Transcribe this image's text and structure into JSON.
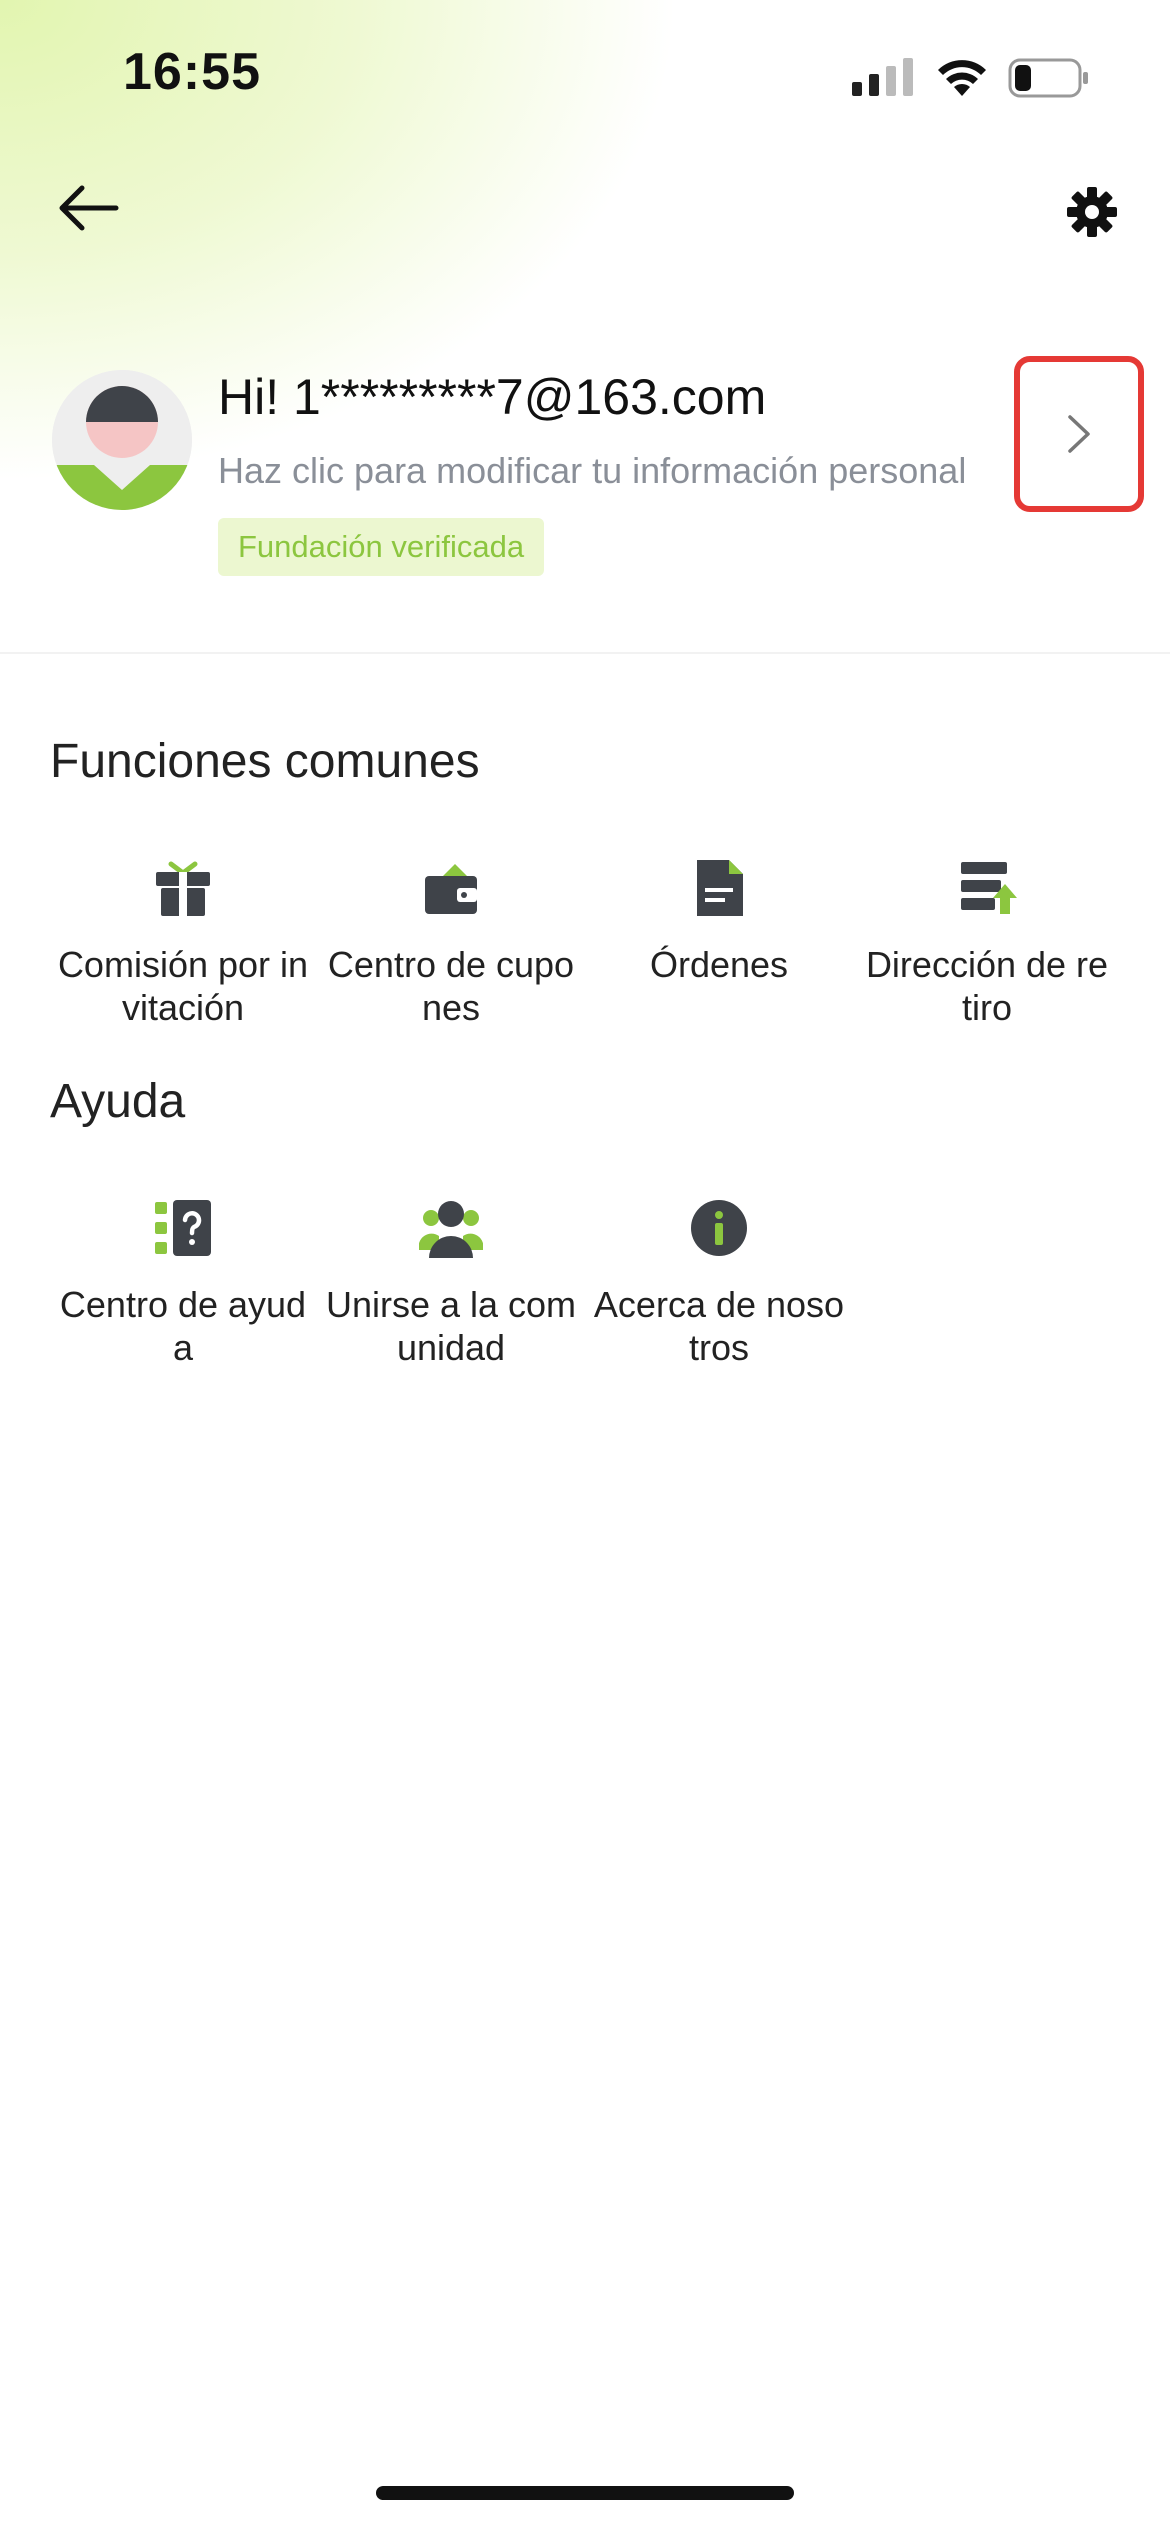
{
  "status_bar": {
    "time": "16:55"
  },
  "header": {
    "back_label": "",
    "settings_label": ""
  },
  "profile": {
    "greeting": "Hi! 1*********7@163.com",
    "subtitle": "Haz clic para modificar tu información personal",
    "badge": "Fundación verificada"
  },
  "common_functions": {
    "title": "Funciones comunes",
    "items": [
      {
        "label": "Comisión por in vitación",
        "icon": "gift-icon"
      },
      {
        "label": "Centro de cupo nes",
        "icon": "wallet-icon"
      },
      {
        "label": "Órdenes",
        "icon": "document-icon"
      },
      {
        "label": "Dirección de re tiro",
        "icon": "withdraw-icon"
      }
    ]
  },
  "help": {
    "title": "Ayuda",
    "items": [
      {
        "label": "Centro de ayud a",
        "icon": "help-center-icon"
      },
      {
        "label": "Unirse a la com unidad",
        "icon": "community-icon"
      },
      {
        "label": "Acerca de noso tros",
        "icon": "info-icon"
      }
    ]
  },
  "colors": {
    "accent": "#8cc63f",
    "icon_dark": "#3f4349",
    "highlight": "#e53935"
  }
}
